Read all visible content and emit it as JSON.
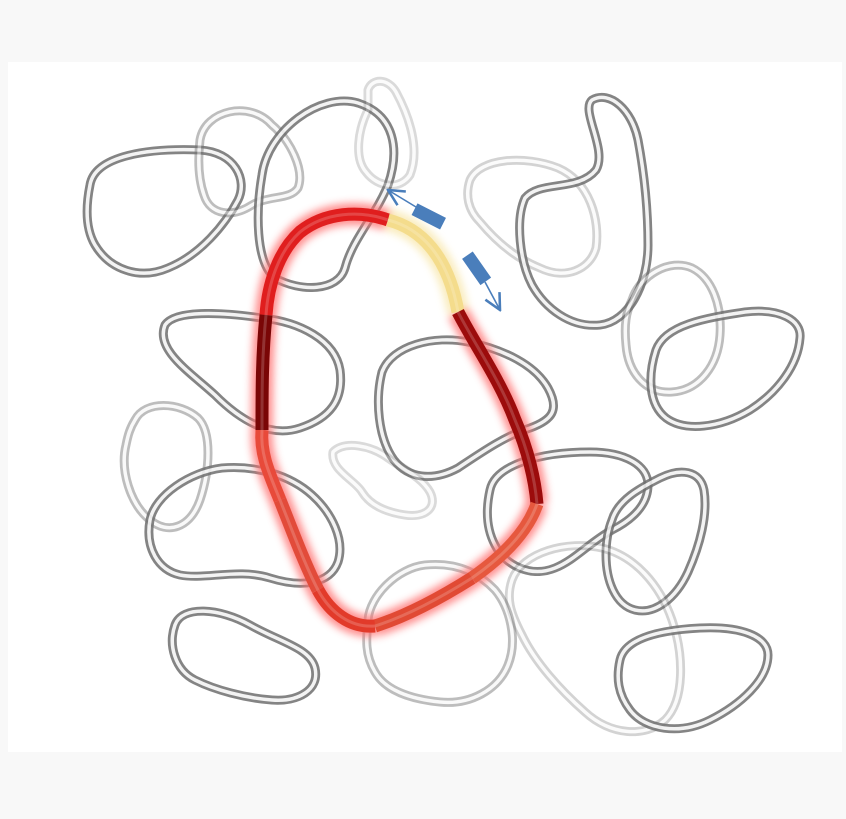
{
  "colors": {
    "background": "#f8f8f8",
    "panel": "#ffffff",
    "ring_dark": "#6f6f6f",
    "ring_light": "#f2f2f2",
    "highlight_glow": "#ff6b6b",
    "arrow": "#4a7ebb"
  },
  "background_loops": [
    {
      "id": "loop-a",
      "opacity": 0.85
    },
    {
      "id": "loop-b",
      "opacity": 0.45
    },
    {
      "id": "loop-c",
      "opacity": 0.85
    },
    {
      "id": "loop-d",
      "opacity": 0.25
    },
    {
      "id": "loop-e",
      "opacity": 0.85
    },
    {
      "id": "loop-f",
      "opacity": 0.3
    },
    {
      "id": "loop-g",
      "opacity": 0.85
    },
    {
      "id": "loop-h",
      "opacity": 0.45
    },
    {
      "id": "loop-i",
      "opacity": 0.85
    },
    {
      "id": "loop-j",
      "opacity": 0.85
    },
    {
      "id": "loop-k",
      "opacity": 0.45
    },
    {
      "id": "loop-l",
      "opacity": 0.85
    },
    {
      "id": "loop-m",
      "opacity": 0.85
    },
    {
      "id": "loop-n",
      "opacity": 0.25
    },
    {
      "id": "loop-o",
      "opacity": 0.85
    },
    {
      "id": "loop-p",
      "opacity": 0.85
    },
    {
      "id": "loop-q",
      "opacity": 0.3
    },
    {
      "id": "loop-r",
      "opacity": 0.45
    },
    {
      "id": "loop-s",
      "opacity": 0.85
    }
  ],
  "highlighted_loop": {
    "segments": [
      {
        "color": "#e01e1e"
      },
      {
        "color": "#f4dc8c"
      },
      {
        "color": "#9c0c0c"
      },
      {
        "color": "#e6583e"
      },
      {
        "color": "#e14a34"
      },
      {
        "color": "#e23a2a"
      },
      {
        "color": "#e24b3a"
      },
      {
        "color": "#e84a3a"
      },
      {
        "color": "#7a0606"
      }
    ]
  },
  "arrows": [
    {
      "id": "arrow-upper-left"
    },
    {
      "id": "arrow-lower-right"
    }
  ]
}
